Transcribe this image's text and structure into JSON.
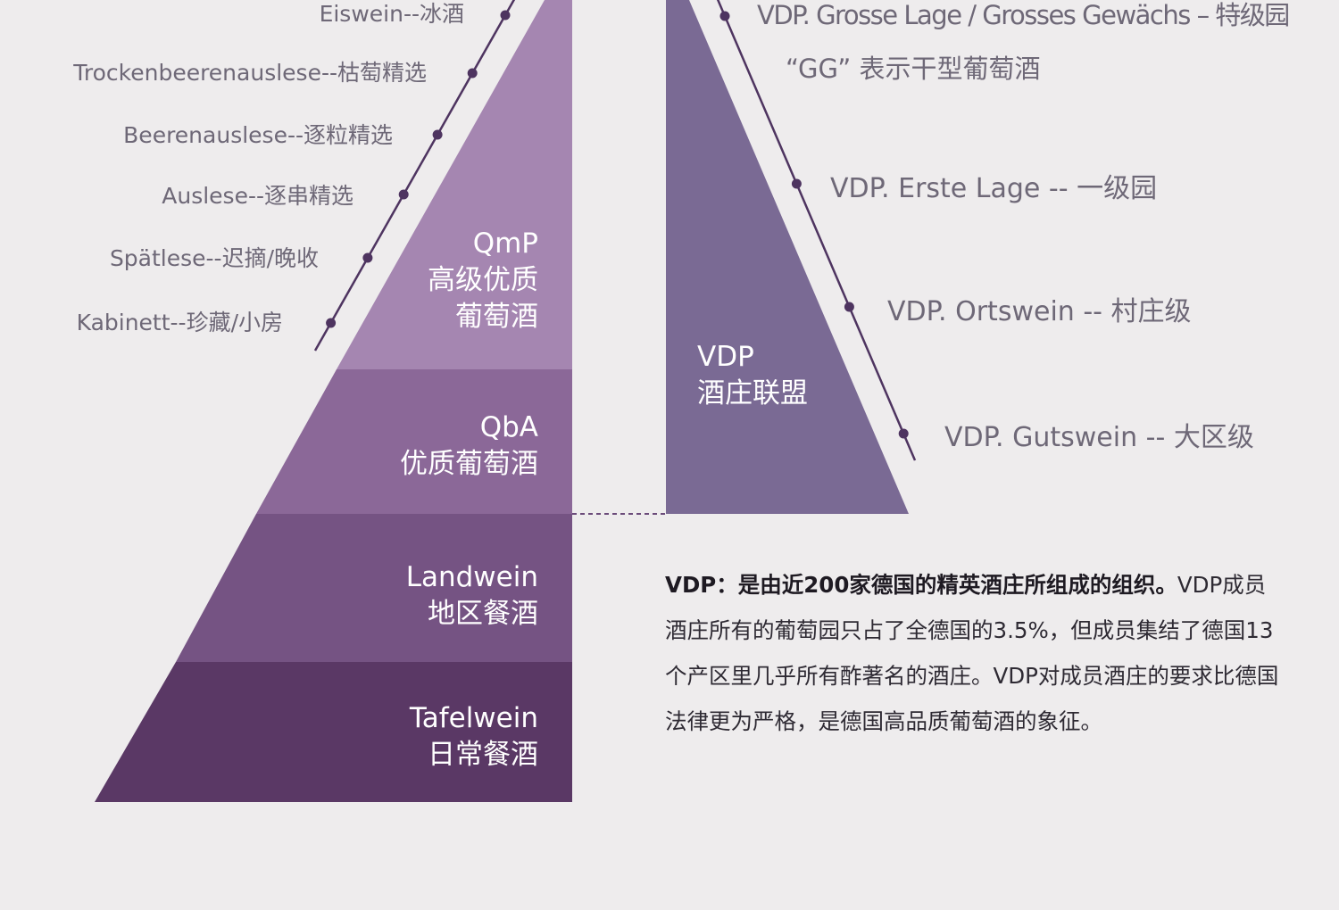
{
  "colors": {
    "background": "#eeeced",
    "qmp": "#a586b1",
    "qba": "#8b6898",
    "landwein": "#755383",
    "tafelwein": "#5a3865",
    "vdp": "#7a6a94",
    "connector_line": "#4e3460",
    "label_text": "#6e6877"
  },
  "predicate_labels": [
    {
      "label": "Eiswein--冰酒"
    },
    {
      "label": "Trockenbeerenauslese--枯萄精选"
    },
    {
      "label": "Beerenauslese--逐粒精选"
    },
    {
      "label": "Auslese--逐串精选"
    },
    {
      "label": "Spätlese--迟摘/晚收"
    },
    {
      "label": "Kabinett--珍藏/小房"
    }
  ],
  "pyramid_tiers": [
    {
      "name": "QmP",
      "lines": [
        "QmP",
        "高级优质",
        "葡萄酒"
      ]
    },
    {
      "name": "QbA",
      "lines": [
        "QbA",
        "优质葡萄酒"
      ]
    },
    {
      "name": "Landwein",
      "lines": [
        "Landwein",
        "地区餐酒"
      ]
    },
    {
      "name": "Tafelwein",
      "lines": [
        "Tafelwein",
        "日常餐酒"
      ]
    }
  ],
  "vdp": {
    "title_lines": [
      "VDP",
      "酒庄联盟"
    ],
    "levels": [
      {
        "label": "VDP. Grosse Lage / Grosses Gewächs – 特级园",
        "sublabel": "“GG” 表示干型葡萄酒"
      },
      {
        "label": "VDP. Erste Lage -- 一级园"
      },
      {
        "label": "VDP. Ortswein -- 村庄级"
      },
      {
        "label": "VDP. Gutswein -- 大区级"
      }
    ]
  },
  "description": {
    "lead": "VDP：是由近200家德国的精英酒庄所组成的组织。",
    "body": "VDP成员酒庄所有的葡萄园只占了全德国的3.5%，但成员集结了德国13个产区里几乎所有酢著名的酒庄。VDP对成员酒庄的要求比德国法律更为严格，是德国高品质葡萄酒的象征。"
  }
}
